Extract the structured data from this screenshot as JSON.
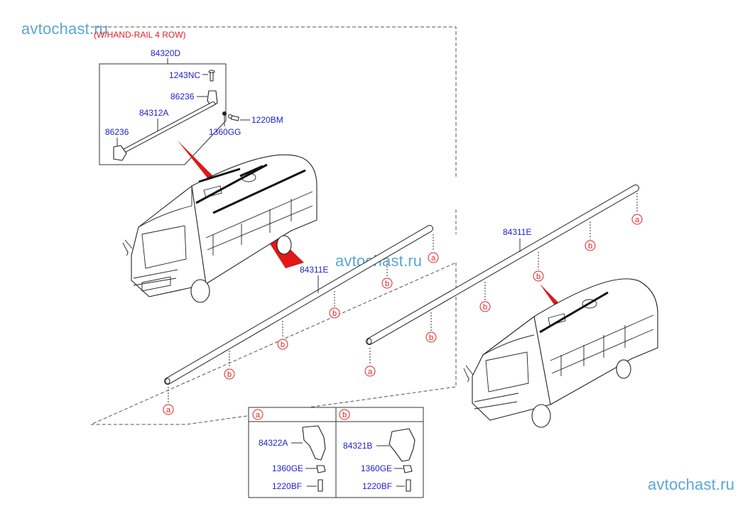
{
  "watermarks": [
    "avtochast.ru",
    "avtochast.ru",
    "avtochast.ru"
  ],
  "group_caption": "(W/HAND-RAIL 4 ROW)",
  "parts": {
    "p84320D": "84320D",
    "p1243NC": "1243NC",
    "p86236_top": "86236",
    "p84312A": "84312A",
    "p1220BM": "1220BM",
    "p86236_left": "86236",
    "p1360GG": "1360GG",
    "p84311E_left": "84311E",
    "p84311E_right": "84311E"
  },
  "refs": {
    "a": "a",
    "b": "b"
  },
  "detail": {
    "a": {
      "tag": "a",
      "bracket": "84322A",
      "nut": "1360GE",
      "bolt": "1220BF"
    },
    "b": {
      "tag": "b",
      "bracket": "84321B",
      "nut": "1360GE",
      "bolt": "1220BF"
    }
  },
  "colors": {
    "part_number": "#1e1ec8",
    "callout": "#e02020",
    "watermark": "#5aa6d6"
  }
}
